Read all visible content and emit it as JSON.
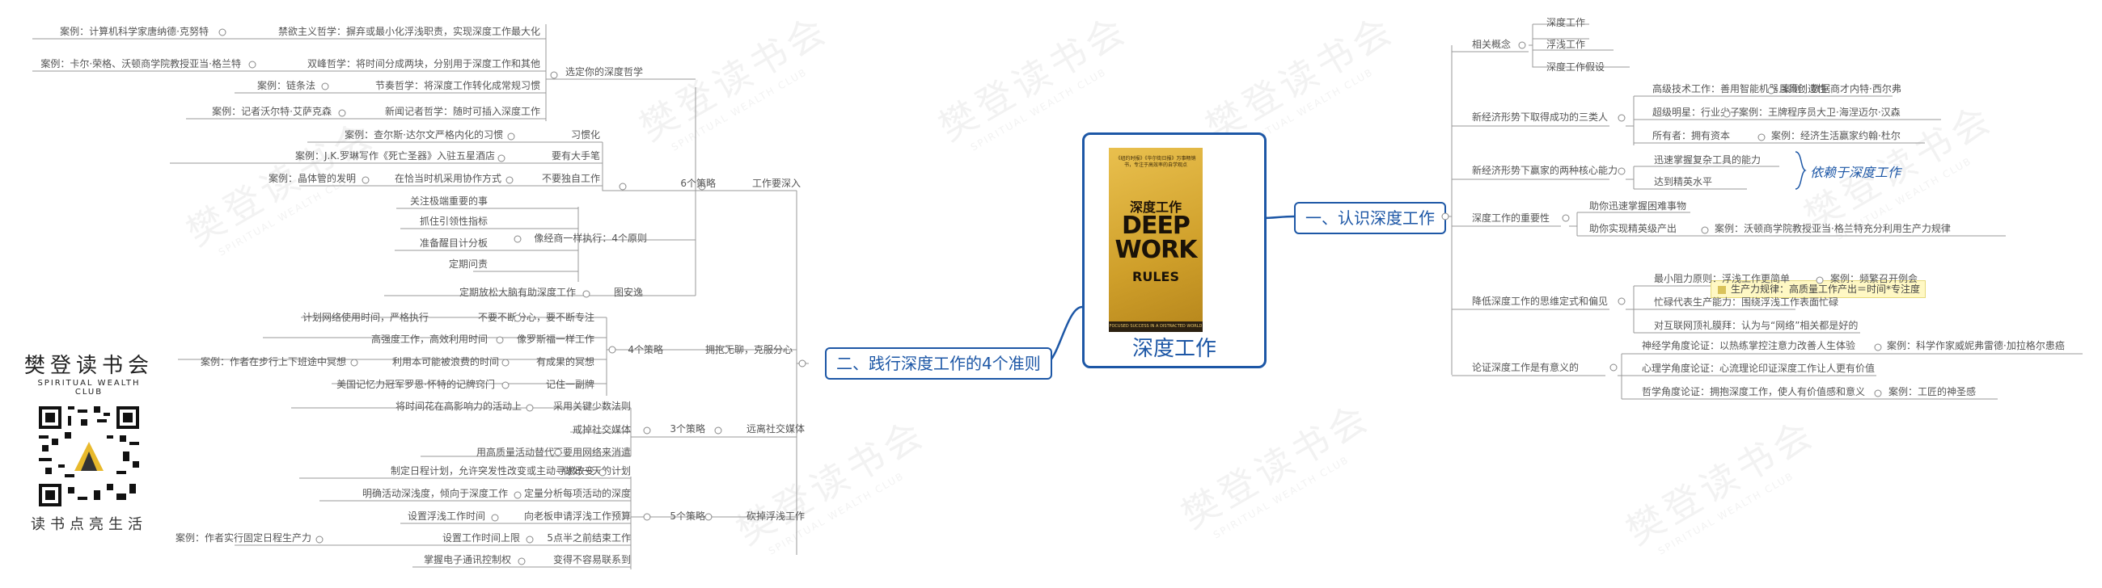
{
  "root": {
    "title": "深度工作",
    "book": {
      "top_text": "《纽约时报》《华尔街日报》万事畅销书，专注于高效率的自学观点",
      "title_cn": "深度工作",
      "title_en_1": "DEEP",
      "title_en_2": "WORK",
      "title_en_3": "RULES",
      "bottom_text": "FOCUSED SUCCESS IN A DISTRACTED WORLD"
    }
  },
  "right": {
    "main_label": "一、认识深度工作",
    "hint_text": "依赖于深度工作",
    "note_text": "生产力规律：高质量工作产出＝时间*专注度",
    "groups": [
      {
        "label": "相关概念",
        "children": [
          "深度工作",
          "浮浅工作",
          "深度工作假设"
        ]
      },
      {
        "label": "新经济形势下取得成功的三类人",
        "children": [
          "高级技术工作：善用智能机器且具创造性",
          "案例：数据商才内特·西尔弗",
          "超级明星：行业尖子",
          "案例：王牌程序员大卫·海涅迈尔·汉森",
          "所有者：拥有资本",
          "案例：经济生活赢家约翰·杜尔"
        ]
      },
      {
        "label": "新经济形势下赢家的两种核心能力",
        "children": [
          "迅速掌握复杂工具的能力",
          "达到精英水平"
        ]
      },
      {
        "label": "深度工作的重要性",
        "children": [
          "助你迅速掌握困难事物",
          "助你实现精英级产出",
          "案例：沃顿商学院教授亚当·格兰特充分利用生产力规律"
        ]
      },
      {
        "label": "降低深度工作的思维定式和偏见",
        "children": [
          "最小阻力原则：浮浅工作更简单",
          "案例：频繁召开例会",
          "忙碌代表生产能力：围绕浮浅工作表面忙碌",
          "对互联网顶礼膜拜：认为与“网络”相关都是好的"
        ]
      },
      {
        "label": "论证深度工作是有意义的",
        "children": [
          "神经学角度论证：以热练掌控注意力改善人生体验",
          "案例：科学作家威妮弗雷德·加拉格尔患癌",
          "心理学角度论证：心流理论印证深度工作让人更有价值",
          "哲学角度论证：拥抱深度工作，使人有价值感和意义",
          "案例：工匠的神圣感"
        ]
      }
    ]
  },
  "left": {
    "main_label": "二、践行深度工作的4个准则",
    "rules": [
      {
        "label": "工作要深入",
        "sub": [
          {
            "label": "选定你的深度哲学",
            "items": [
              "禁欲主义哲学：摒弃或最小化浮浅职责，实现深度工作最大化",
              "案例：计算机科学家唐纳德·克努特",
              "双峰哲学：将时间分成两块，分别用于深度工作和其他",
              "案例：卡尔·荣格、沃顿商学院教授亚当·格兰特",
              "节奏哲学：将深度工作转化成常规习惯",
              "案例：链条法",
              "新闻记者哲学：随时可插入深度工作",
              "案例：记者沃尔特·艾萨克森"
            ]
          },
          {
            "label": "6个策略",
            "items": [
              "习惯化",
              "案例：查尔斯·达尔文严格内化的习惯",
              "要有大手笔",
              "案例：J.K.罗琳写作《死亡圣器》入驻五星酒店",
              "不要独自工作",
              "在恰当时机采用协作方式",
              "案例：晶体管的发明"
            ]
          },
          {
            "label": "像经商一样执行：4个原则",
            "items": [
              "关注极端重要的事",
              "抓住引领性指标",
              "准备醒目计分板",
              "定期问责"
            ]
          },
          {
            "label": "图安逸",
            "items": [
              "定期放松大脑有助深度工作"
            ]
          }
        ]
      },
      {
        "label": "拥抱无聊，克服分心",
        "sub": [
          {
            "label": "4个策略",
            "items": [
              "不要不断分心，要不断专注",
              "计划网络使用时间，严格执行",
              "像罗斯福一样工作",
              "高强度工作，高效利用时间",
              "有成果的冥想",
              "利用本可能被浪费的时间",
              "案例：作者在步行上下班途中冥想",
              "记住一副牌",
              "美国记忆力冠军罗恩·怀特的记牌窍门"
            ]
          }
        ]
      },
      {
        "label": "远离社交媒体",
        "sub": [
          {
            "label": "3个策略",
            "items": [
              "采用关键少数法则",
              "将时间花在高影响力的活动上",
              "戒掉社交媒体",
              "不要用网络来消遣",
              "用高质量活动替代"
            ]
          }
        ]
      },
      {
        "label": "砍掉浮浅工作",
        "sub": [
          {
            "label": "5个策略",
            "items": [
              "做好一天的计划",
              "制定日程计划，允许突发性改变或主动寻求改变",
              "定量分析每项活动的深度",
              "明确活动深浅度，倾向于深度工作",
              "向老板申请浮浅工作预算",
              "设置浮浅工作时间",
              "5点半之前结束工作",
              "设置工作时间上限",
              "案例：作者实行固定日程生产力",
              "变得不容易联系到",
              "掌握电子通讯控制权"
            ]
          }
        ]
      }
    ]
  },
  "brand": {
    "name": "樊登读书会",
    "sub": "SPIRITUAL WEALTH CLUB",
    "slogan": "读书点亮生活",
    "watermark": "樊登读书会",
    "watermark_sub": "SPIRITUAL WEALTH CLUB"
  }
}
